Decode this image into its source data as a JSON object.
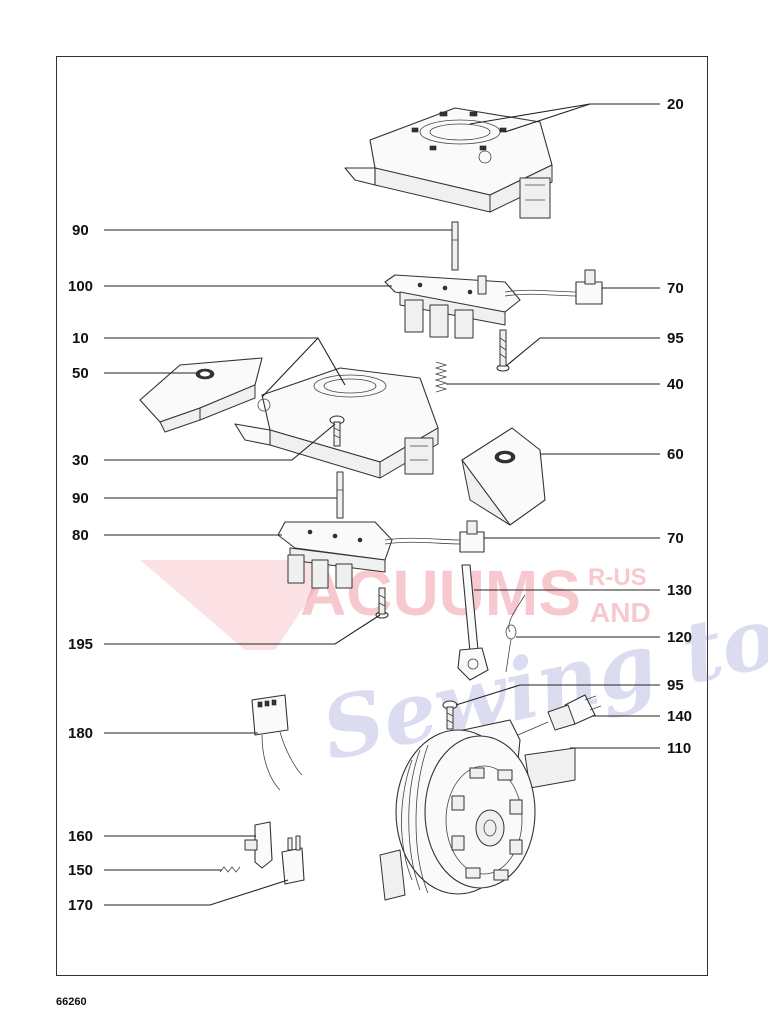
{
  "document": {
    "code": "66260"
  },
  "watermark": {
    "letter_v": "V",
    "word_main": "ACUUMS",
    "word_rus": "R-US",
    "word_and": "AND",
    "word_script": "Sewing too",
    "colors": {
      "red": "#e85a6a",
      "blue": "#7f86c8"
    }
  },
  "labels": {
    "l20": "20",
    "l90a": "90",
    "l100": "100",
    "l70a": "70",
    "l95a": "95",
    "l10": "10",
    "l50": "50",
    "l40": "40",
    "l30": "30",
    "l60": "60",
    "l90b": "90",
    "l80": "80",
    "l70b": "70",
    "l130": "130",
    "l120": "120",
    "l195": "195",
    "l95b": "95",
    "l140": "140",
    "l180": "180",
    "l110": "110",
    "l160": "160",
    "l150": "150",
    "l170": "170"
  }
}
